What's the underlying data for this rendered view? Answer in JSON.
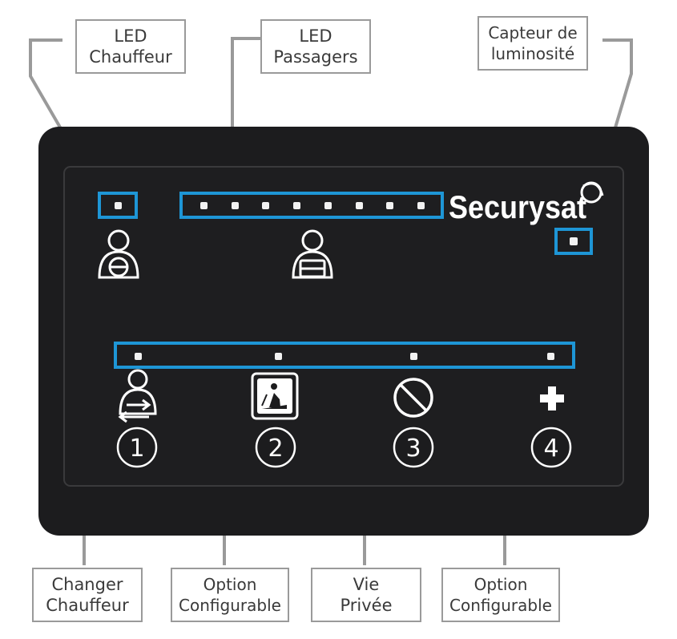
{
  "callouts": {
    "led_driver": [
      "LED",
      "Chauffeur"
    ],
    "led_passengers": [
      "LED",
      "Passagers"
    ],
    "light_sensor": [
      "Capteur de",
      "luminosité"
    ],
    "change_driver": [
      "Changer",
      "Chauffeur"
    ],
    "option_2": [
      "Option",
      "Configurable"
    ],
    "private_life": [
      "Vie",
      "Privée"
    ],
    "option_4": [
      "Option",
      "Configurable"
    ]
  },
  "brand": "Securysat",
  "buttons": [
    "1",
    "2",
    "3",
    "4"
  ],
  "button_icons": [
    "change-driver-icon",
    "roadwork-sign-icon",
    "prohibited-circle-icon",
    "plus-icon"
  ],
  "colors": {
    "device_body": "#1c1c1e",
    "device_face": "#1e1e20",
    "highlight_box": "#1e96d6",
    "led": "#f2f2f2",
    "leader_line": "#9a9a9a"
  }
}
